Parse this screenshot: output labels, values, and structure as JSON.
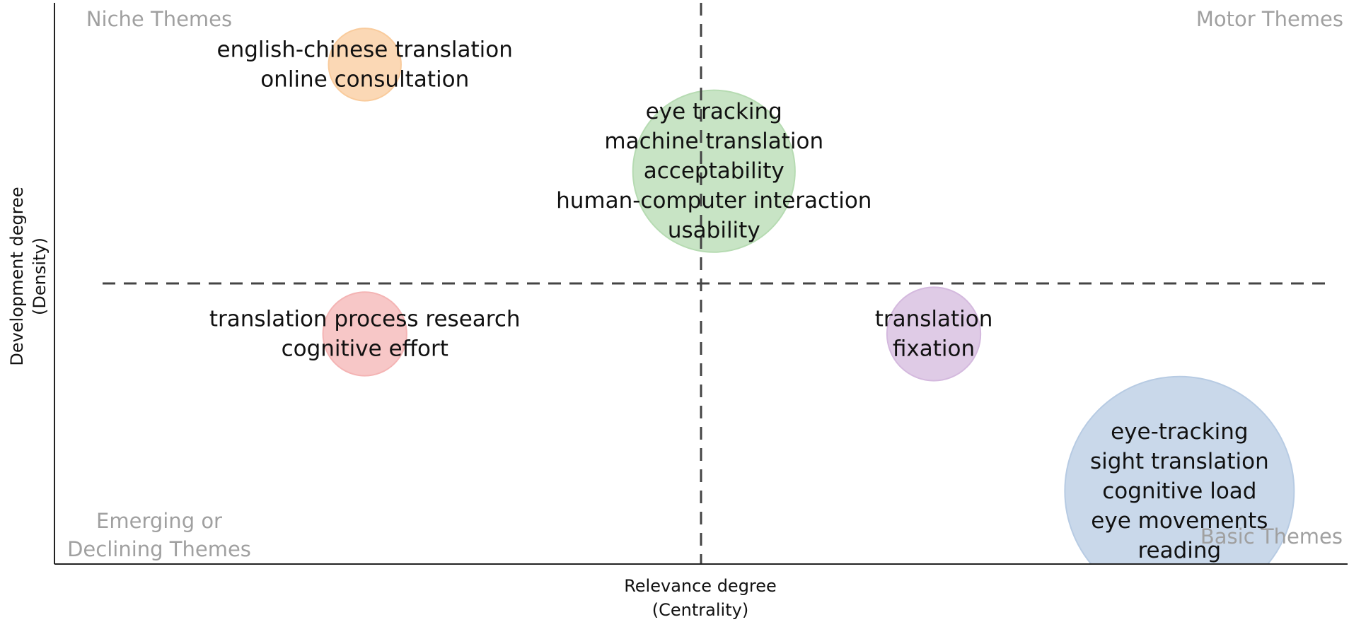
{
  "chart_data": {
    "type": "scatter",
    "title": "",
    "xlabel": [
      "Relevance degree",
      "(Centrality)"
    ],
    "ylabel": [
      "Development degree",
      "(Density)"
    ],
    "xlim": [
      0,
      1
    ],
    "ylim": [
      0,
      1
    ],
    "ticks_visible": false,
    "threshold_lines": {
      "x": 0.5,
      "y": 0.5
    },
    "quadrant_labels": {
      "top_left": [
        "Niche Themes"
      ],
      "top_right": [
        "Motor Themes"
      ],
      "bottom_left": [
        "Emerging or",
        "Declining Themes"
      ],
      "bottom_right": [
        "Basic Themes"
      ]
    },
    "clusters": [
      {
        "x": 0.24,
        "y": 0.89,
        "size": 0.06,
        "color": "#f9cb9c",
        "labels": [
          "english-chinese translation",
          "online consultation"
        ]
      },
      {
        "x": 0.51,
        "y": 0.7,
        "size": 0.3,
        "color": "#b6dbb2",
        "labels": [
          "eye tracking",
          "machine translation",
          "acceptability",
          "human-computer interaction",
          "usability"
        ]
      },
      {
        "x": 0.24,
        "y": 0.41,
        "size": 0.08,
        "color": "#f4b4b4",
        "labels": [
          "translation process research",
          "cognitive effort"
        ]
      },
      {
        "x": 0.68,
        "y": 0.41,
        "size": 0.1,
        "color": "#d4b9de",
        "labels": [
          "translation",
          "fixation"
        ]
      },
      {
        "x": 0.87,
        "y": 0.13,
        "size": 0.6,
        "color": "#b7cbe3",
        "labels": [
          "eye-tracking",
          "sight translation",
          "cognitive load",
          "eye movements",
          "reading"
        ]
      }
    ]
  }
}
